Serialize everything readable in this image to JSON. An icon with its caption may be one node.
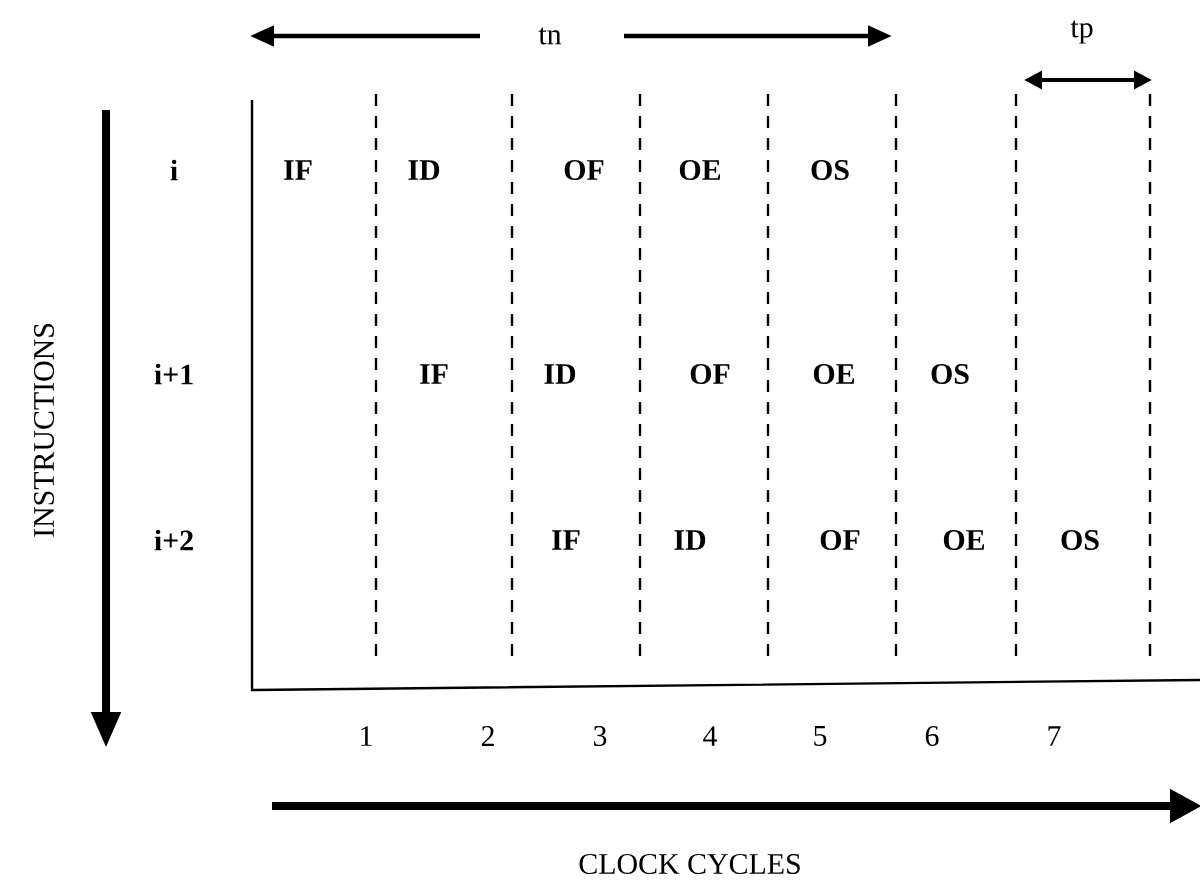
{
  "diagram": {
    "labels": [
      "tn",
      "tp",
      "i",
      "IF",
      "ID",
      "OF",
      "OE",
      "OS",
      "i+1",
      "IF",
      "ID",
      "OF",
      "OE",
      "OS",
      "i+2",
      "IF",
      "ID",
      "OF",
      "OE",
      "OS",
      "INSTRUCTIONS",
      "1",
      "2",
      "3",
      "4",
      "5",
      "6",
      "7",
      "CLOCK CYCLES"
    ]
  }
}
